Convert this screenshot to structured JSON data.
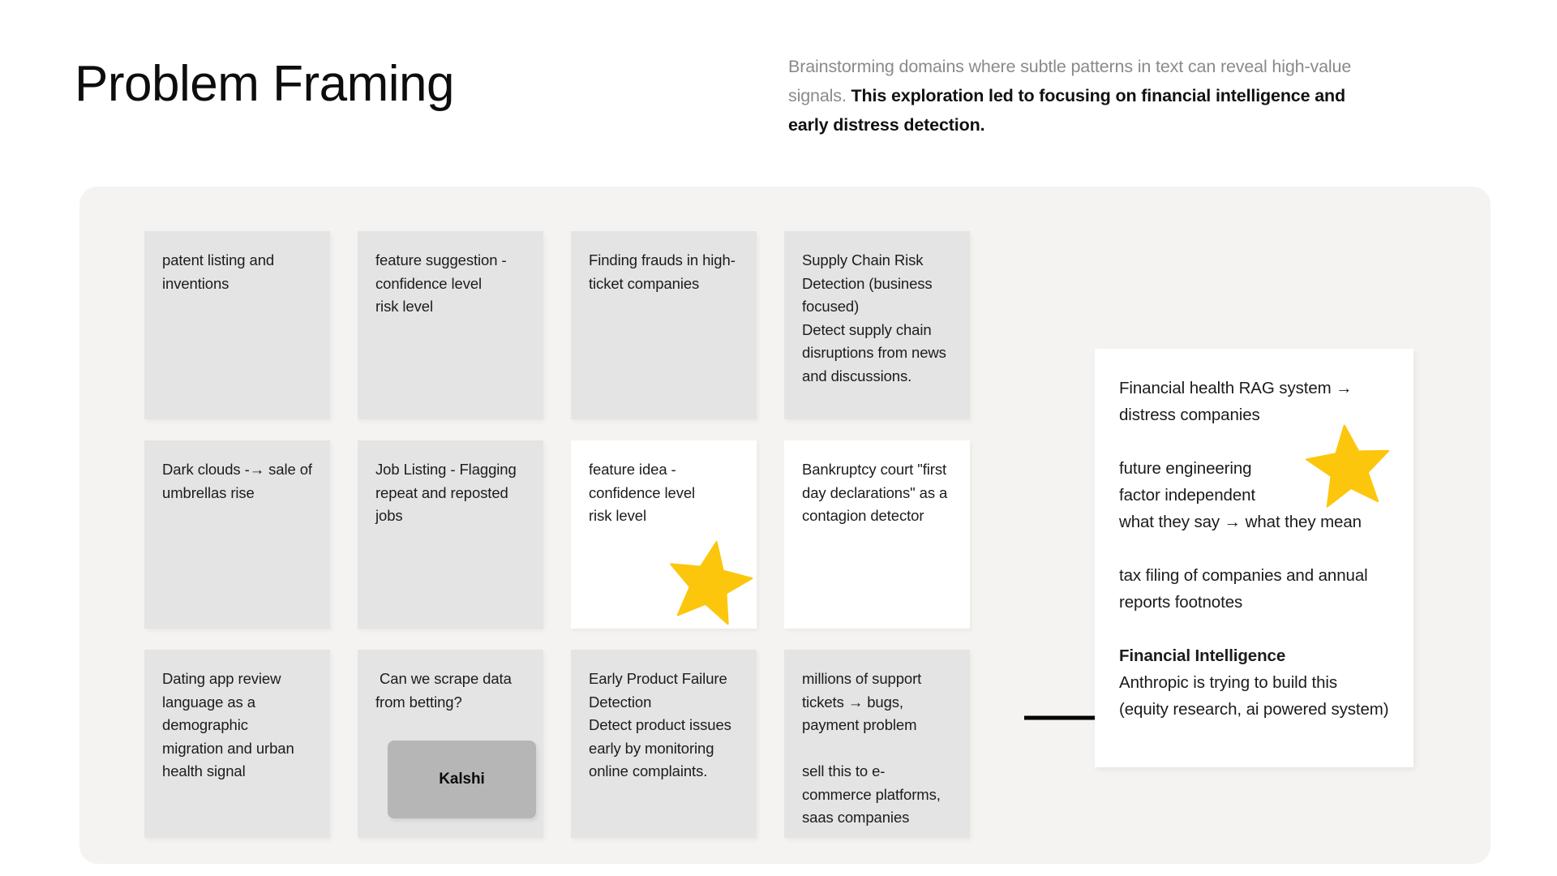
{
  "header": {
    "title": "Problem Framing",
    "subtitle_lead": "Brainstorming domains where subtle patterns in text can reveal high-value signals. ",
    "subtitle_emphasis": "This exploration led to focusing on financial intelligence and early distress detection."
  },
  "board": {
    "background_color": "#f4f3f1",
    "card_color": "#e4e4e4",
    "highlight_card_color": "#ffffff",
    "star_color": "#fcc60d",
    "cards": [
      {
        "id": "patent-listing",
        "row": 0,
        "col": 0,
        "highlighted": false,
        "text": "patent listing and inventions"
      },
      {
        "id": "feature-suggestion",
        "row": 0,
        "col": 1,
        "highlighted": false,
        "text": "feature suggestion -\nconfidence level\nrisk level"
      },
      {
        "id": "finding-frauds",
        "row": 0,
        "col": 2,
        "highlighted": false,
        "text": "Finding frauds in high-ticket companies"
      },
      {
        "id": "supply-chain-risk",
        "row": 0,
        "col": 3,
        "highlighted": false,
        "text": "Supply Chain Risk Detection (business focused)\nDetect supply chain disruptions from news and discussions."
      },
      {
        "id": "dark-clouds",
        "row": 1,
        "col": 0,
        "highlighted": false,
        "text": "Dark clouds -→ sale of umbrellas rise"
      },
      {
        "id": "job-listing",
        "row": 1,
        "col": 1,
        "highlighted": false,
        "text": "Job Listing - Flagging repeat and reposted jobs"
      },
      {
        "id": "feature-idea",
        "row": 1,
        "col": 2,
        "highlighted": true,
        "starred": true,
        "text": "feature idea -\nconfidence level\nrisk level"
      },
      {
        "id": "bankruptcy-court",
        "row": 1,
        "col": 3,
        "highlighted": true,
        "text": "Bankruptcy court \"first day declarations\" as a contagion detector"
      },
      {
        "id": "dating-app-review",
        "row": 2,
        "col": 0,
        "highlighted": false,
        "text": "Dating app review language as a demographic migration and urban health signal"
      },
      {
        "id": "scrape-betting",
        "row": 2,
        "col": 1,
        "highlighted": false,
        "text": " Can we scrape data from betting?",
        "chip_label": "Kalshi"
      },
      {
        "id": "early-product-failure",
        "row": 2,
        "col": 2,
        "highlighted": false,
        "text": "Early Product Failure Detection\nDetect product issues early by monitoring online complaints."
      },
      {
        "id": "support-tickets",
        "row": 2,
        "col": 3,
        "highlighted": false,
        "text": "millions of support tickets → bugs, payment problem\n\nsell this to e-commerce platforms, saas companies"
      }
    ]
  },
  "panel": {
    "starred": true,
    "blocks": [
      {
        "id": "rag-system",
        "text": "Financial health RAG system → distress companies"
      },
      {
        "id": "future-engineering",
        "text": "future engineering\nfactor independent\nwhat they say → what they mean"
      },
      {
        "id": "tax-filing",
        "text": "tax filing of companies and annual reports footnotes"
      },
      {
        "id": "financial-intelligence-heading",
        "text": "Financial Intelligence",
        "bold": true
      },
      {
        "id": "financial-intelligence-body",
        "text": "Anthropic is trying to build this (equity research, ai powered system)"
      }
    ]
  },
  "arrow": {
    "name": "flow-arrow-right",
    "color": "#000000"
  }
}
